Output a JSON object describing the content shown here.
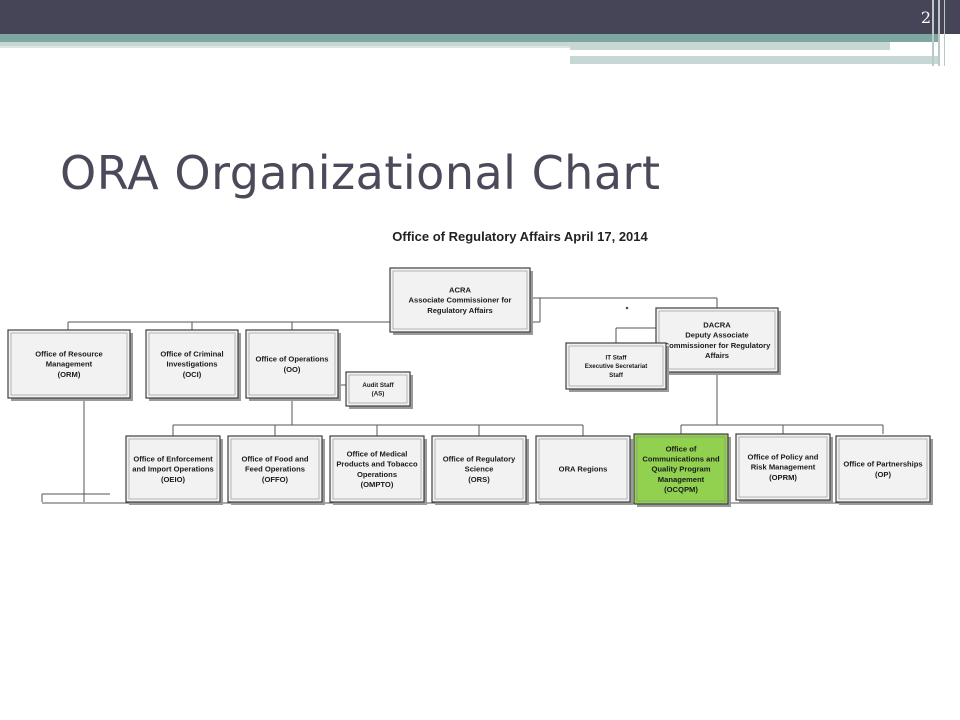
{
  "slide": {
    "number": "2",
    "title": "ORA Organizational Chart"
  },
  "colors": {
    "header_bar": "#454557",
    "accent_band": "#7ea7a2",
    "highlight_box": "#92d050",
    "box_fill": "#f2f2f2"
  },
  "org_chart": {
    "title": "Office of Regulatory Affairs April 17, 2014",
    "nodes": [
      {
        "id": "acra",
        "lines": [
          "ACRA",
          "Associate Commissioner for",
          "Regulatory Affairs"
        ]
      },
      {
        "id": "dacra",
        "lines": [
          "DACRA",
          "Deputy Associate",
          "Commissioner for Regulatory",
          "Affairs"
        ]
      },
      {
        "id": "it-staff",
        "lines": [
          "IT Staff",
          "Executive Secretariat",
          "Staff"
        ]
      },
      {
        "id": "orm",
        "lines": [
          "Office of Resource",
          "Management",
          "(ORM)"
        ]
      },
      {
        "id": "oci",
        "lines": [
          "Office of Criminal",
          "Investigations",
          "(OCI)"
        ]
      },
      {
        "id": "oo",
        "lines": [
          "Office of Operations",
          "(OO)"
        ]
      },
      {
        "id": "audit-staff",
        "lines": [
          "Audit Staff",
          "(AS)"
        ]
      },
      {
        "id": "oeio",
        "lines": [
          "Office of Enforcement",
          "and Import Operations",
          "(OEIO)"
        ]
      },
      {
        "id": "offo",
        "lines": [
          "Office of Food and",
          "Feed Operations",
          "(OFFO)"
        ]
      },
      {
        "id": "ompto",
        "lines": [
          "Office of Medical",
          "Products and Tobacco",
          "Operations",
          "(OMPTO)"
        ]
      },
      {
        "id": "ors",
        "lines": [
          "Office of Regulatory",
          "Science",
          "(ORS)"
        ]
      },
      {
        "id": "ora-regions",
        "lines": [
          "ORA Regions"
        ]
      },
      {
        "id": "ocqpm",
        "lines": [
          "Office of",
          "Communications and",
          "Quality Program",
          "Management",
          "(OCQPM)"
        ],
        "highlight": true
      },
      {
        "id": "oprm",
        "lines": [
          "Office of Policy and",
          "Risk Management",
          "(OPRM)"
        ]
      },
      {
        "id": "op",
        "lines": [
          "Office of Partnerships",
          "(OP)"
        ]
      }
    ]
  }
}
